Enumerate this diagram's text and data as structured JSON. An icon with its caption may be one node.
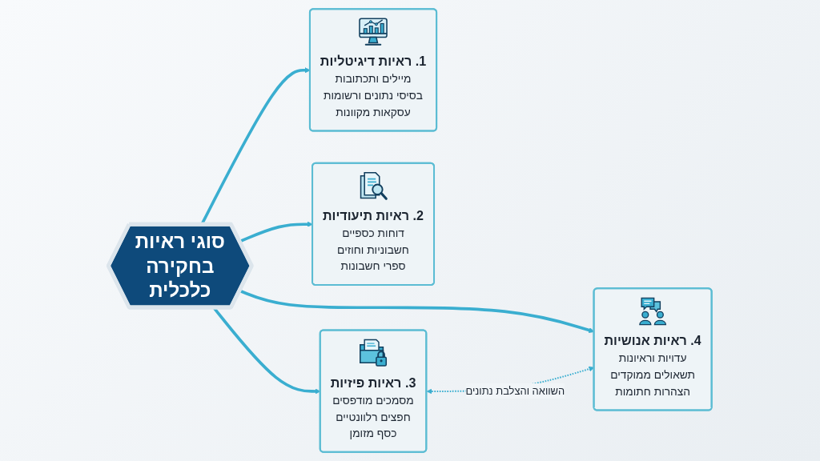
{
  "diagram": {
    "nodes": [
      {
        "text": [
          "סוגי ראיות בחקירה כלכלית"
        ]
      },
      {
        "text": [
          "1. ראיות דיגיטליות",
          "מיילים ותכתובות",
          "בסיסי נתונים ורשומות",
          "עסקאות מקוונות"
        ]
      },
      {
        "text": [
          "2. ראיות תיעודיות",
          "דוחות כספיים",
          "חשבוניות וחוזים",
          "ספרי חשבונות"
        ]
      },
      {
        "text": [
          "3. ראיות פיזיות",
          "מסמכים מודפסים",
          "חפצים רלוונטיים",
          "כסף מזומן"
        ]
      },
      {
        "text": [
          "4. ראיות אנושיות",
          "עדויות וראיונות",
          "תשאולים ממוקדים",
          "הצהרות חתומות"
        ]
      }
    ],
    "edges": [
      {
        "from": 0,
        "to": 1,
        "arrow": "to"
      },
      {
        "from": 0,
        "to": 2,
        "arrow": "to"
      },
      {
        "from": 0,
        "to": 3,
        "arrow": "to"
      },
      {
        "from": 0,
        "to": 4,
        "arrow": "to"
      },
      {
        "from": 3,
        "to": 4,
        "arrow": "both",
        "label": "השוואה והצלבת נתונים",
        "style": "dashed"
      }
    ]
  }
}
